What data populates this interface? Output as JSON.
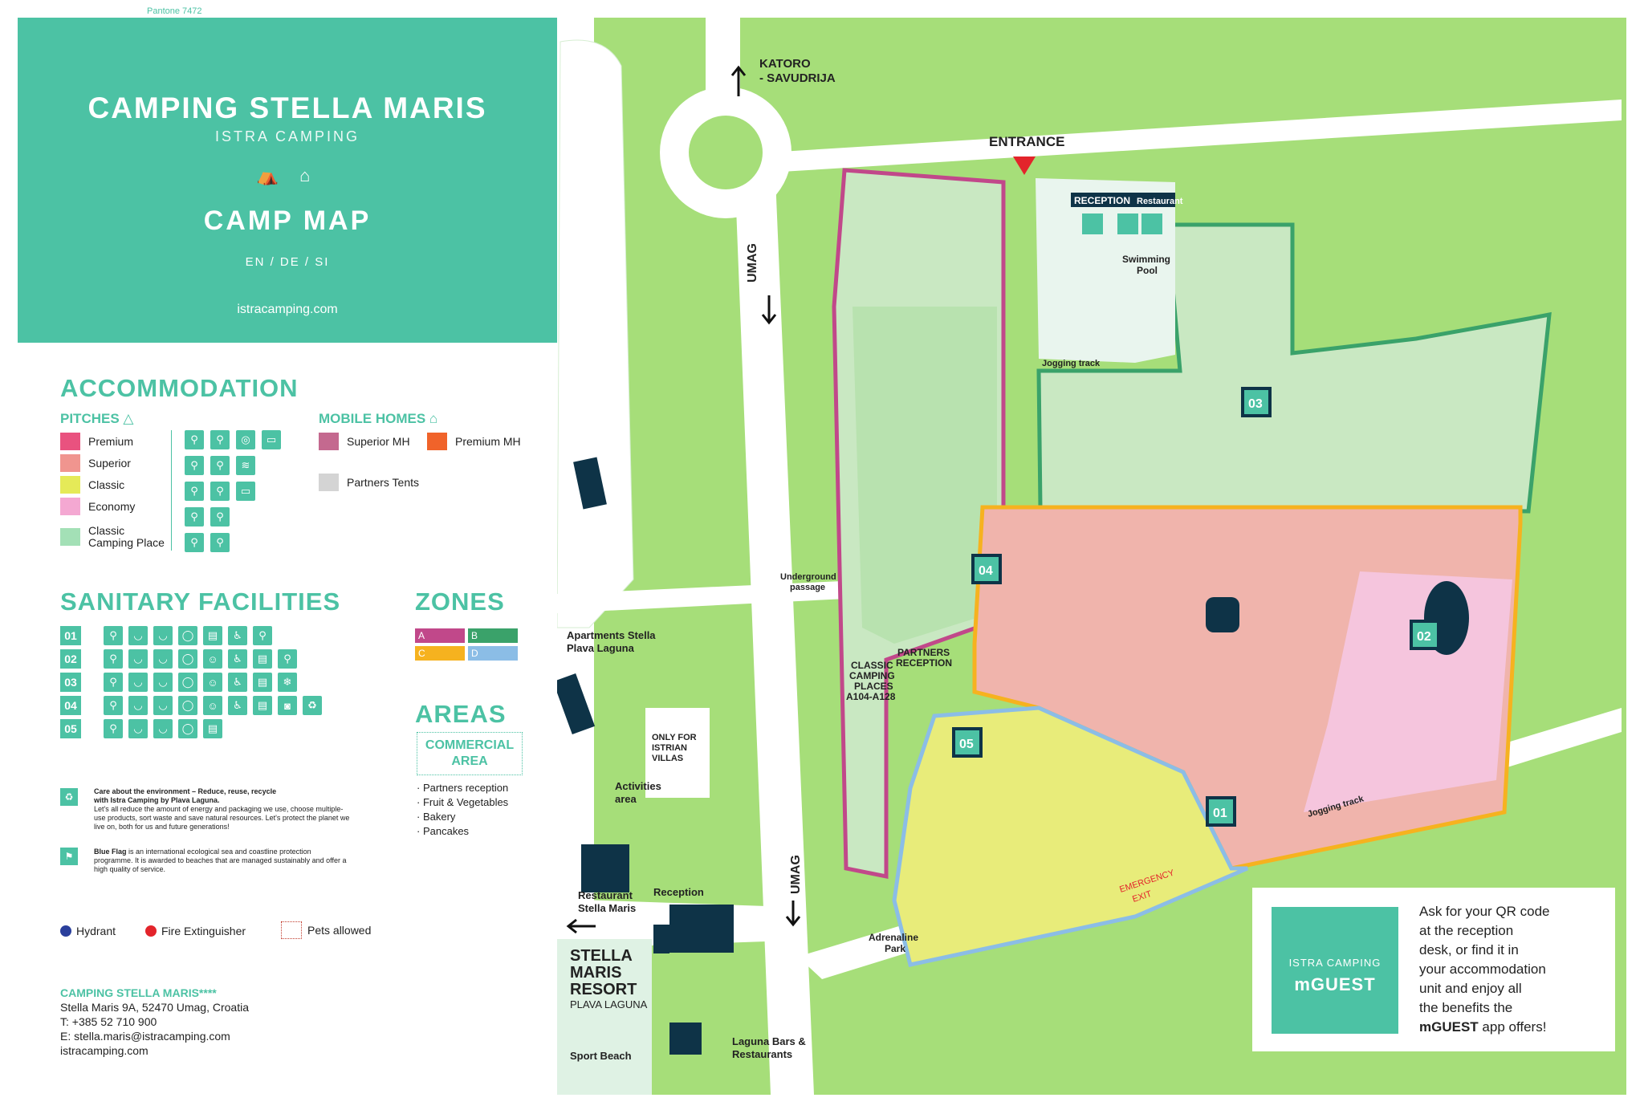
{
  "pantone": "Pantone 7472",
  "header": {
    "title": "CAMPING STELLA MARIS",
    "subtitle": "ISTRA CAMPING",
    "icons": [
      "tent-icon",
      "house-icon"
    ],
    "camp_map": "CAMP MAP",
    "languages": "EN / DE / SI",
    "website": "istracamping.com"
  },
  "accommodation": {
    "heading": "ACCOMMODATION",
    "pitches_heading": "PITCHES",
    "pitches": [
      {
        "label": "Premium",
        "color": "#e9527f"
      },
      {
        "label": "Superior",
        "color": "#f0958f"
      },
      {
        "label": "Classic",
        "color": "#e5ea58"
      },
      {
        "label": "Economy",
        "color": "#f4a8d2"
      },
      {
        "label": "Classic Camping Place",
        "color": "#a3e0b6"
      }
    ],
    "mobile_homes_heading": "MOBILE HOMES",
    "mobile_homes": [
      {
        "label": "Superior MH",
        "color": "#c4698f"
      },
      {
        "label": "Premium MH",
        "color": "#f0632a"
      },
      {
        "label": "Partners Tents",
        "color": "#d4d4d4"
      }
    ]
  },
  "sanitary": {
    "heading": "SANITARY FACILITIES",
    "rows": [
      {
        "num": "01",
        "icons": 7
      },
      {
        "num": "02",
        "icons": 8
      },
      {
        "num": "03",
        "icons": 8
      },
      {
        "num": "04",
        "icons": 9
      },
      {
        "num": "05",
        "icons": 5
      }
    ]
  },
  "zones": {
    "heading": "ZONES",
    "items": [
      {
        "label": "A",
        "color": "#c1488a"
      },
      {
        "label": "B",
        "color": "#3aa26a"
      },
      {
        "label": "C",
        "color": "#f6b21f"
      },
      {
        "label": "D",
        "color": "#8bbde6"
      }
    ]
  },
  "areas": {
    "heading": "AREAS",
    "commercial_line1": "COMMERCIAL",
    "commercial_line2": "AREA",
    "items": [
      "Partners reception",
      "Fruit & Vegetables",
      "Bakery",
      "Pancakes"
    ]
  },
  "notes": {
    "environment_title": "Care about the environment – Reduce, reuse, recycle",
    "environment_title2": "with Istra Camping by Plava Laguna.",
    "environment_body": "Let's all reduce the amount of energy and packaging we use, choose multiple-use products, sort waste and save natural resources. Let's protect the planet we live on, both for us and future generations!",
    "blueflag_bold": "Blue Flag",
    "blueflag_body": " is an international ecological sea and coastline protection programme. It is awarded to beaches that are managed sustainably and offer a high quality of service."
  },
  "key": {
    "hydrant": "Hydrant",
    "hydrant_color": "#2a3f9c",
    "extinguisher": "Fire Extinguisher",
    "extinguisher_color": "#e3242b",
    "pets": "Pets allowed"
  },
  "contact": {
    "name": "CAMPING STELLA MARIS****",
    "address": "Stella Maris 9A, 52470 Umag, Croatia",
    "phone": "T: +385 52 710 900",
    "email": "E: stella.maris@istracamping.com",
    "web": "istracamping.com"
  },
  "map_labels": {
    "katoro_1": "KATORO",
    "katoro_2": "- SAVUDRIJA",
    "entrance": "ENTRANCE",
    "umag_top": "UMAG",
    "umag_bottom": "UMAG",
    "reception": "RECEPTION",
    "restaurant": "Restaurant",
    "swimming_1": "Swimming",
    "swimming_2": "Pool",
    "jogging_top": "Jogging track",
    "jogging_bottom": "Jogging track",
    "underground_1": "Underground",
    "underground_2": "passage",
    "apartments_1": "Apartments Stella",
    "apartments_2": "Plava Laguna",
    "classic_1": "CLASSIC",
    "classic_2": "CAMPING",
    "classic_3": "PLACES",
    "classic_4": "A104-A128",
    "partners_1": "PARTNERS",
    "partners_2": "RECEPTION",
    "istrian_1": "ONLY FOR",
    "istrian_2": "ISTRIAN",
    "istrian_3": "VILLAS",
    "activities_1": "Activities",
    "activities_2": "area",
    "restaurant_sm_1": "Restaurant",
    "restaurant_sm_2": "Stella Maris",
    "reception_bottom": "Reception",
    "resort_1": "STELLA",
    "resort_2": "MARIS",
    "resort_3": "RESORT",
    "resort_4": "PLAVA LAGUNA",
    "sport_beach": "Sport Beach",
    "laguna_1": "Laguna Bars &",
    "laguna_2": "Restaurants",
    "adrenaline_1": "Adrenaline",
    "adrenaline_2": "Park",
    "emergency_1": "EMERGENCY",
    "emergency_2": "EXIT",
    "sanitary_01": "01",
    "sanitary_02": "02",
    "sanitary_03": "03",
    "sanitary_04": "04",
    "sanitary_05": "05"
  },
  "mguest": {
    "brand": "ISTRA CAMPING",
    "name": "mGUEST",
    "text_1": "Ask for your QR code",
    "text_2": "at the reception",
    "text_3": "desk, or find it in",
    "text_4": "your accommodation",
    "text_5": "unit and enjoy all",
    "text_6": "the benefits the",
    "text_7": "mGUEST",
    "text_8": " app offers!"
  }
}
